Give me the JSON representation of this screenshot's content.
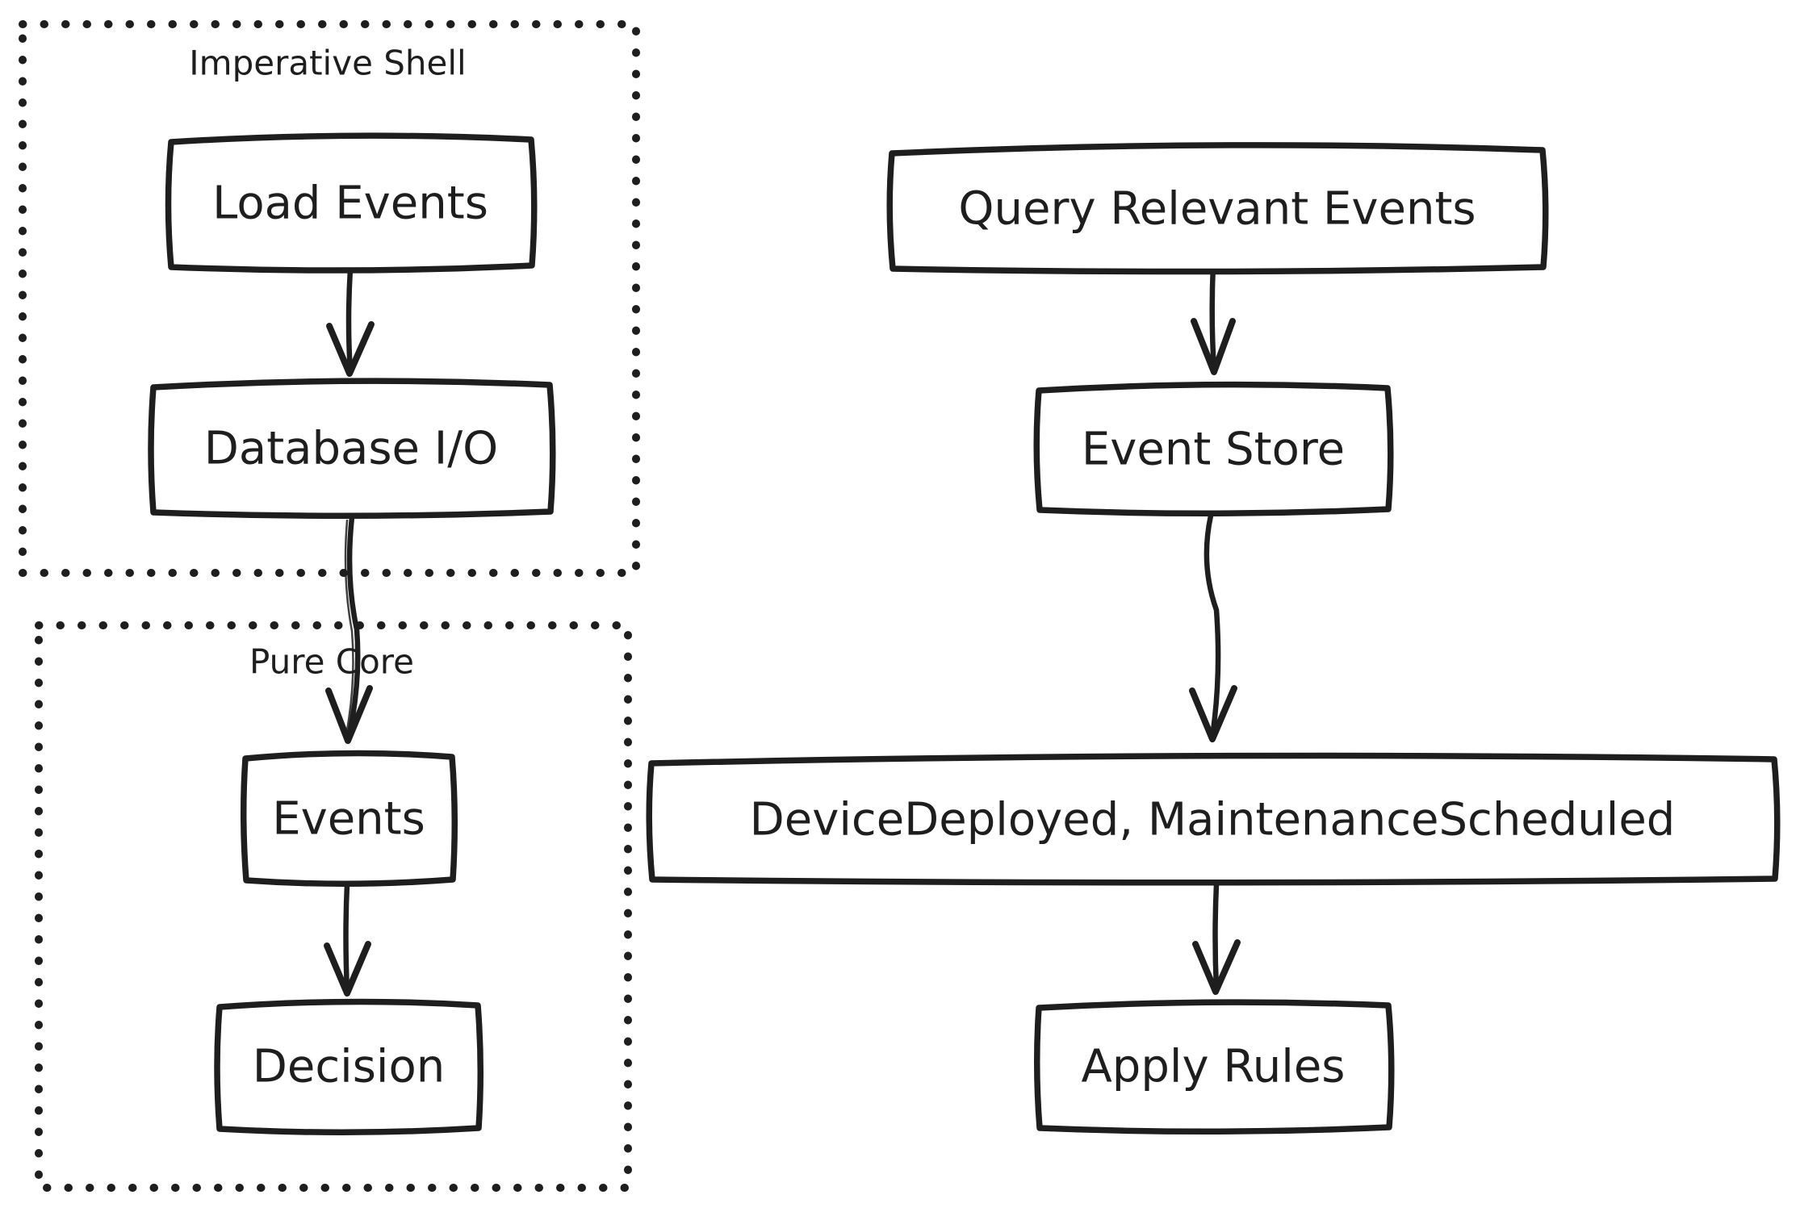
{
  "diagram": {
    "type": "flowchart",
    "style": "hand-drawn-whiteboard",
    "colors": {
      "stroke": "#1e1e1e",
      "background": "#ffffff"
    },
    "containers": {
      "imperative_shell": {
        "label": "Imperative Shell",
        "border": "dotted",
        "children": [
          "load_events",
          "database_io"
        ]
      },
      "pure_core": {
        "label": "Pure Core",
        "border": "dotted",
        "children": [
          "events",
          "decision"
        ]
      }
    },
    "nodes": {
      "load_events": {
        "label": "Load Events"
      },
      "database_io": {
        "label": "Database I/O"
      },
      "events": {
        "label": "Events"
      },
      "decision": {
        "label": "Decision"
      },
      "query_relevant_events": {
        "label": "Query Relevant Events"
      },
      "event_store": {
        "label": "Event Store"
      },
      "device_deployed": {
        "label": "DeviceDeployed, MaintenanceScheduled"
      },
      "apply_rules": {
        "label": "Apply Rules"
      }
    },
    "edges": [
      {
        "from": "Load Events",
        "to": "Database I/O"
      },
      {
        "from": "Database I/O",
        "to": "Events"
      },
      {
        "from": "Events",
        "to": "Decision"
      },
      {
        "from": "Query Relevant Events",
        "to": "Event Store"
      },
      {
        "from": "Event Store",
        "to": "DeviceDeployed, MaintenanceScheduled"
      },
      {
        "from": "DeviceDeployed, MaintenanceScheduled",
        "to": "Apply Rules"
      }
    ]
  }
}
